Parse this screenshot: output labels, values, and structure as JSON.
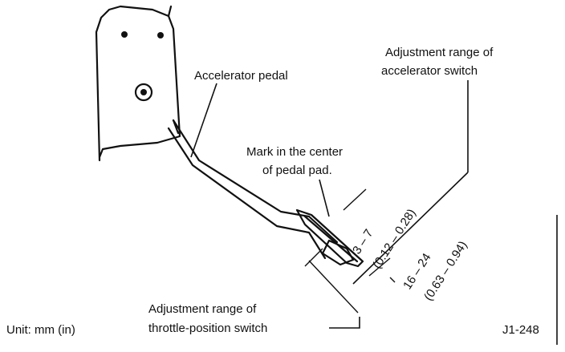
{
  "labels": {
    "accelerator_pedal": "Accelerator pedal",
    "adj_accel_line1": "Adjustment range of",
    "adj_accel_line2": "accelerator switch",
    "mark_line1": "Mark in the center",
    "mark_line2": "of pedal pad.",
    "adj_throttle_line1": "Adjustment range of",
    "adj_throttle_line2": "throttle-position switch",
    "unit": "Unit: mm (in)",
    "figure_id": "J1-248"
  },
  "dimensions": {
    "accel_mm": "3 – 7",
    "accel_in": "(0.12 – 0.28)",
    "throttle_mm": "16 – 24",
    "throttle_in": "(0.63 – 0.94)"
  },
  "colors": {
    "ink": "#111111",
    "paper": "#ffffff"
  }
}
